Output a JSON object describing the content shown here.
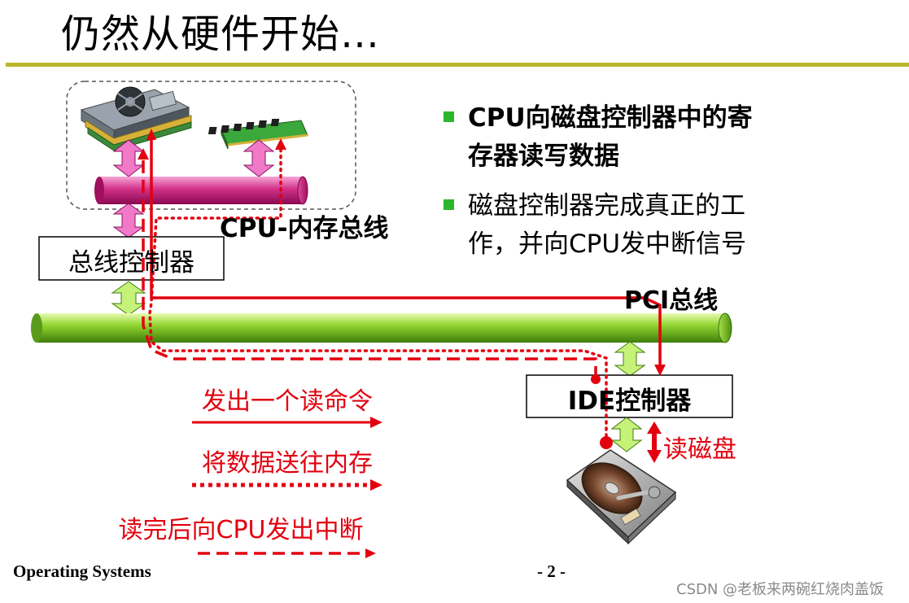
{
  "title": "仍然从硬件开始…",
  "bullets": [
    {
      "text": "CPU向磁盘控制器中的寄存器读写数据"
    },
    {
      "text": "磁盘控制器完成真正的工作，并向CPU发中断信号"
    }
  ],
  "diagram": {
    "cpu_memory_bus_label": "CPU-内存总线",
    "bus_controller_label": "总线控制器",
    "pci_bus_label": "PCI总线",
    "ide_controller_label": "IDE控制器",
    "read_disk_label": "读磁盘"
  },
  "legend": [
    {
      "label": "发出一个读命令",
      "line_style": "solid"
    },
    {
      "label": "将数据送往内存",
      "line_style": "dotted"
    },
    {
      "label": "读完后向CPU发出中断",
      "line_style": "dashed"
    }
  ],
  "footer": {
    "course": "Operating Systems",
    "page": "- 2 -"
  },
  "watermark": "CSDN @老板来两碗红烧肉盖饭",
  "colors": {
    "accent_red": "#e3000f",
    "title_rule": "#b8b82a",
    "bullet_green": "#2db52d",
    "pci_bus_green": "#8fd42a",
    "memory_bus_pink": "#c8207a",
    "connector_green": "#c6f27a",
    "connector_pink": "#f07ac8"
  },
  "icons": [
    "cpu-chip-icon",
    "memory-module-icon",
    "hard-disk-icon"
  ]
}
